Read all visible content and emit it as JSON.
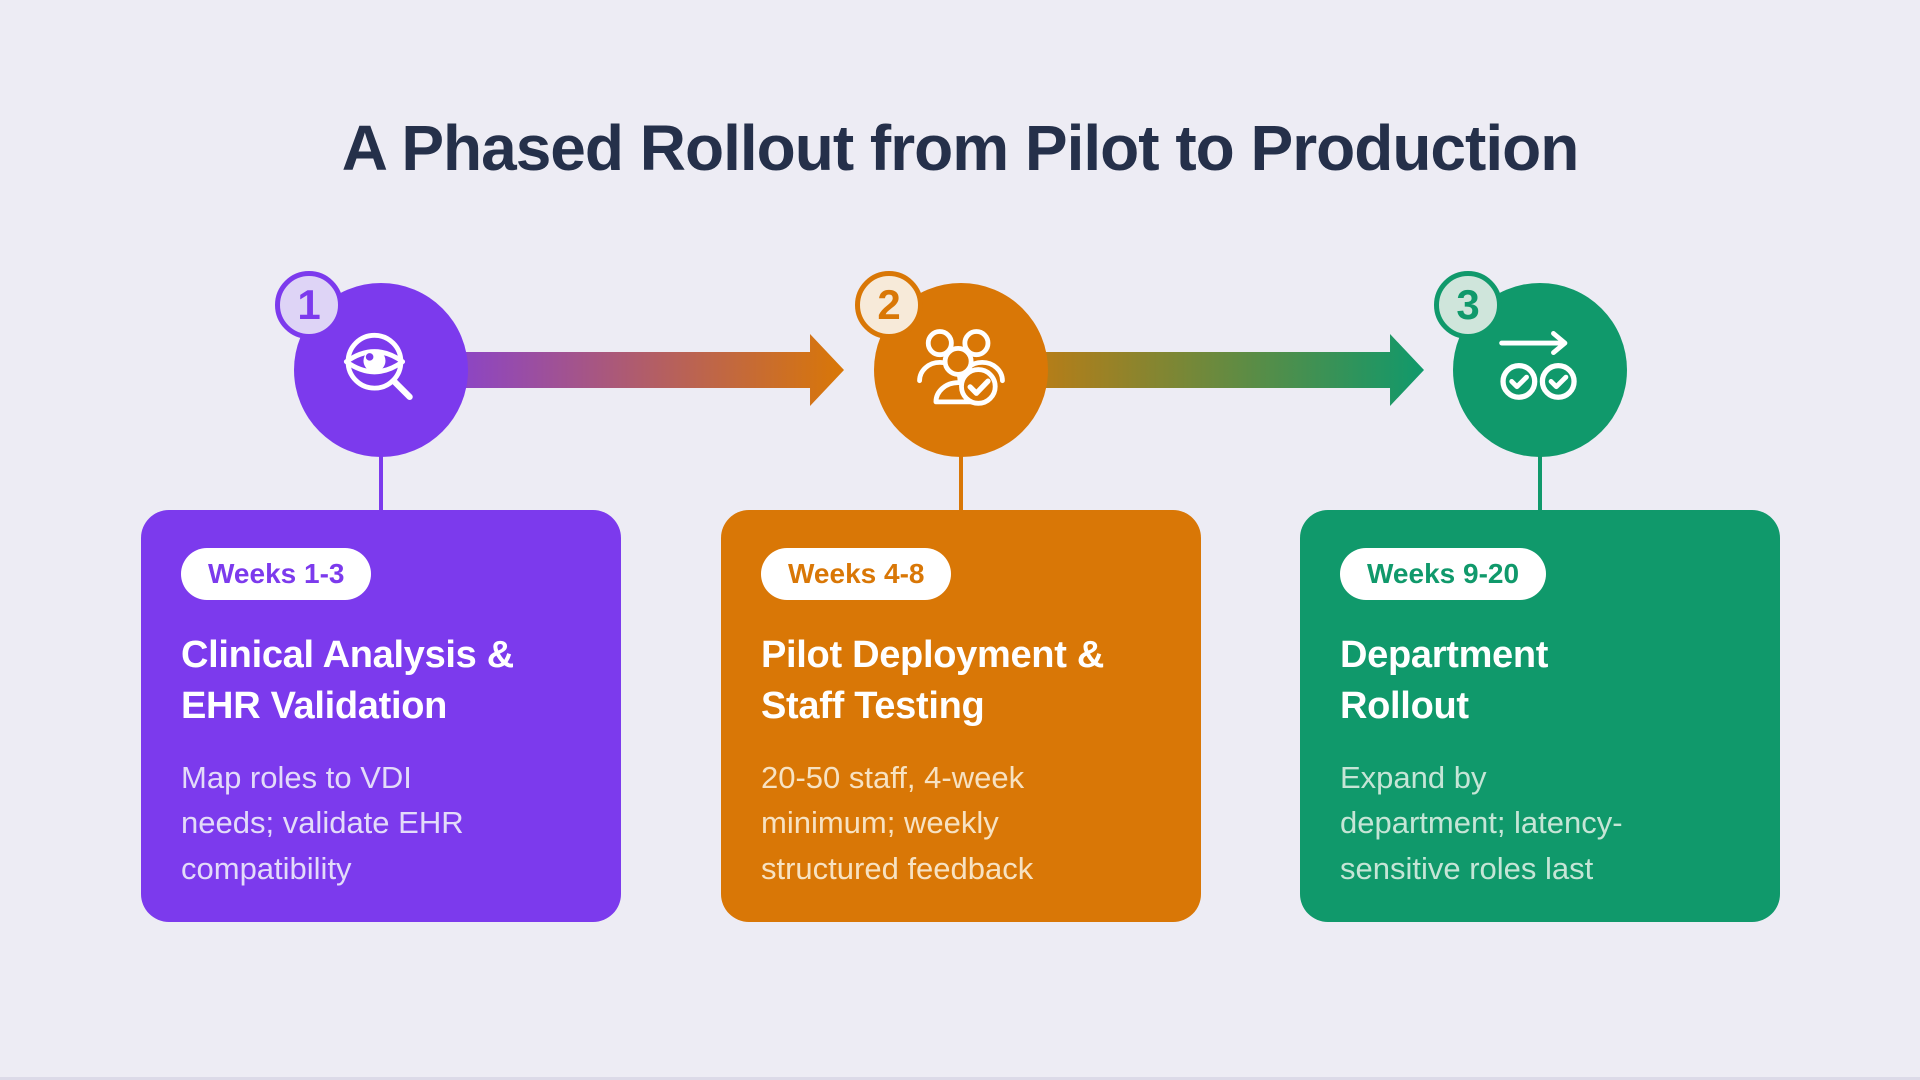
{
  "title": "A Phased Rollout from Pilot to Production",
  "palette": {
    "background": "#EDECF4",
    "title_text": "#25304A",
    "phase_1_accent": "#7C3AED",
    "phase_2_accent": "#D97706",
    "phase_3_accent": "#10996B",
    "card_title_text": "#FFFFFF",
    "pill_background": "#FFFFFF"
  },
  "phases": [
    {
      "number": "1",
      "icon": "eye-magnifier-icon",
      "weeks": "Weeks 1-3",
      "title": "Clinical Analysis &\nEHR Validation",
      "description": "Map roles to VDI\nneeds; validate EHR\ncompatibility",
      "accent": "#7C3AED",
      "badge_bg": "#DED4F6",
      "desc_color": "#E3DBF9"
    },
    {
      "number": "2",
      "icon": "team-check-icon",
      "weeks": "Weeks 4-8",
      "title": "Pilot Deployment &\nStaff Testing",
      "description": "20-50 staff, 4-week\nminimum; weekly\nstructured feedback",
      "accent": "#D97706",
      "badge_bg": "#F7EAD9",
      "desc_color": "#F7E2C2"
    },
    {
      "number": "3",
      "icon": "rollout-progress-icon",
      "weeks": "Weeks 9-20",
      "title": "Department\nRollout",
      "description": "Expand by\ndepartment; latency-\nsensitive roles last",
      "accent": "#10996B",
      "badge_bg": "#CFE5DB",
      "desc_color": "#C5E5D6"
    }
  ],
  "arrows": [
    {
      "from_phase": 0,
      "to_phase": 1
    },
    {
      "from_phase": 1,
      "to_phase": 2
    }
  ]
}
